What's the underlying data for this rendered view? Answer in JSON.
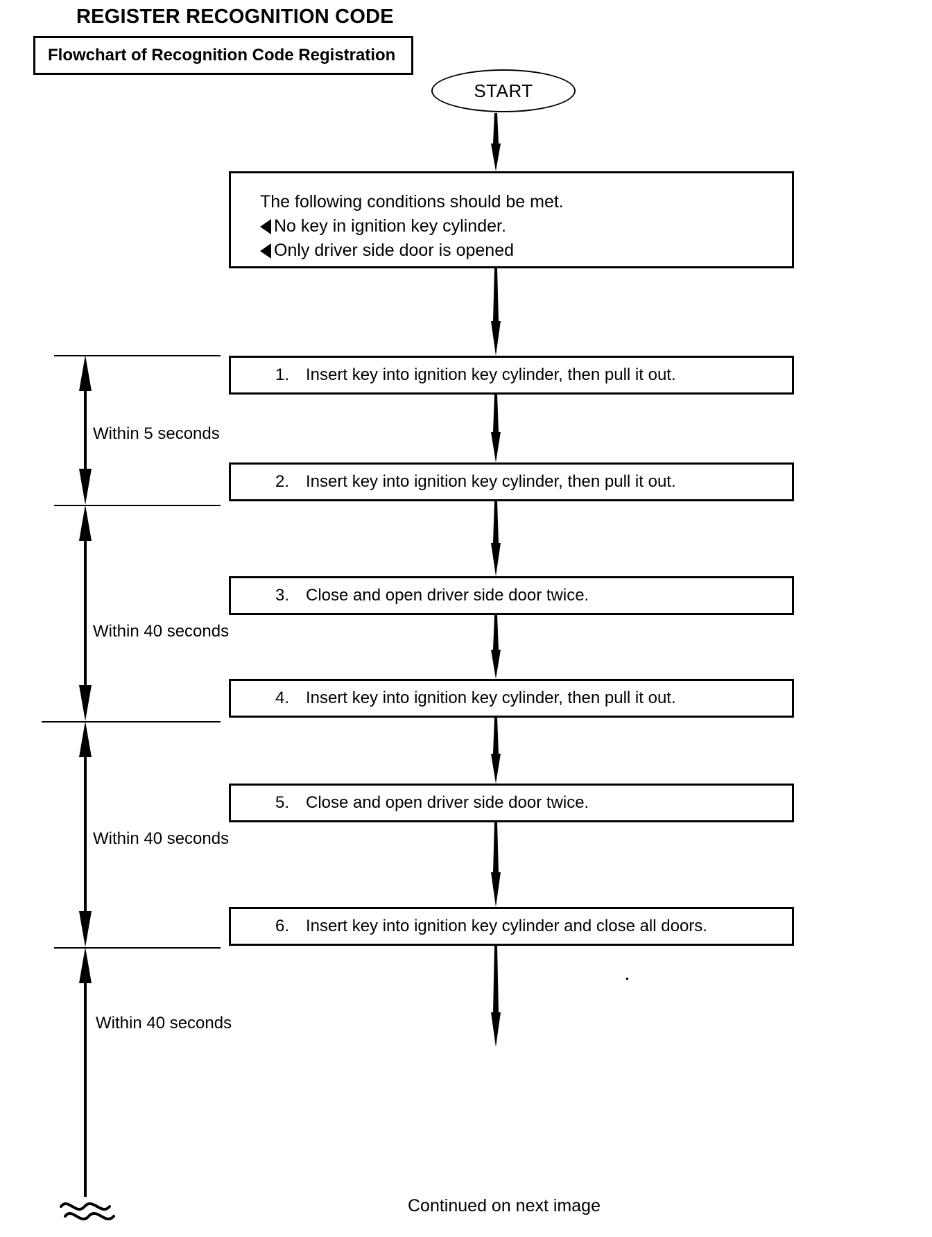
{
  "document": {
    "title": "REGISTER RECOGNITION CODE",
    "subtitle": "Flowchart of Recognition Code Registration"
  },
  "flowchart": {
    "start_label": "START",
    "conditions": {
      "heading": "The following conditions should be met.",
      "bullets": [
        "No key in ignition key cylinder.",
        "Only driver side door is opened"
      ],
      "bullet_icon": "left-triangle-bullet"
    },
    "steps": [
      {
        "number": "1.",
        "text": "Insert key into ignition key cylinder, then pull it out."
      },
      {
        "number": "2.",
        "text": "Insert key into ignition key cylinder, then pull it out."
      },
      {
        "number": "3.",
        "text": "Close and open driver side door twice."
      },
      {
        "number": "4.",
        "text": "Insert key into ignition key cylinder, then pull it out."
      },
      {
        "number": "5.",
        "text": "Close and open driver side door twice."
      },
      {
        "number": "6.",
        "text": "Insert key into ignition key cylinder and close all doors."
      }
    ],
    "timings": [
      {
        "label": "Within 5 seconds"
      },
      {
        "label": "Within 40 seconds"
      },
      {
        "label": "Within 40 seconds"
      },
      {
        "label": "Within 40 seconds"
      }
    ],
    "continuation": "Continued on next image",
    "break_symbol": "wavy-break"
  },
  "colors": {
    "ink": "#000000",
    "paper": "#ffffff"
  }
}
